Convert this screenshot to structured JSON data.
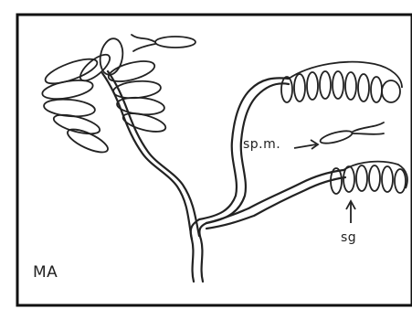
{
  "figure": {
    "panel_label": "MA",
    "labels": {
      "sp_m": "sp.m.",
      "sg": "sg"
    }
  },
  "colors": {
    "ink": "#222222",
    "background": "#ffffff",
    "frame": "#111111"
  },
  "icons": {
    "pointer_right": "arrow-right-icon",
    "pointer_up": "arrow-up-icon"
  }
}
